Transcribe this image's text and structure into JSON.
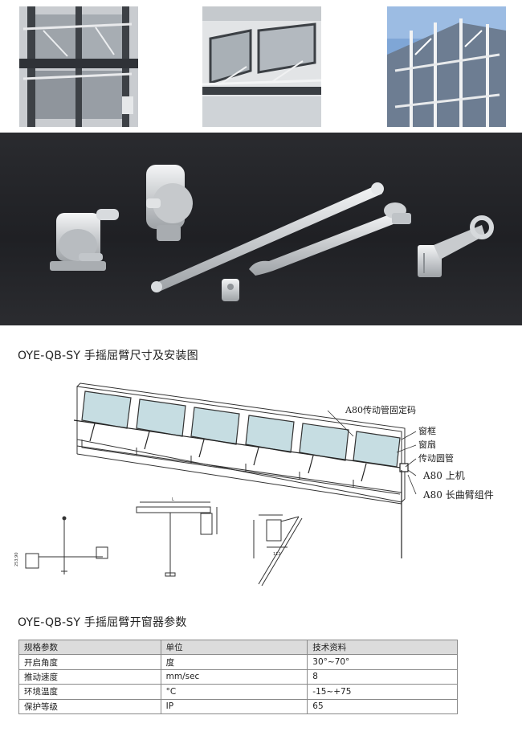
{
  "section1": {
    "title": "OYE-QB-SY 手摇屈臂尺寸及安装图"
  },
  "section2": {
    "title": "OYE-QB-SY 手摇屈臂开窗器参数"
  },
  "callouts": [
    {
      "text": "A80传动管固定码"
    },
    {
      "text": "窗框"
    },
    {
      "text": "窗扇"
    },
    {
      "text": "传动圆管"
    },
    {
      "text": "A80 上机"
    },
    {
      "text": "A80 长曲臂组件"
    }
  ],
  "spec_table": {
    "headers": [
      "规格参数",
      "单位",
      "技术资料"
    ],
    "rows": [
      [
        "开启角度",
        "度",
        "30°~70°"
      ],
      [
        "推动速度",
        "mm/sec",
        "8"
      ],
      [
        "环境温度",
        "°C",
        "-15~+75"
      ],
      [
        "保护等级",
        "IP",
        "65"
      ]
    ]
  }
}
